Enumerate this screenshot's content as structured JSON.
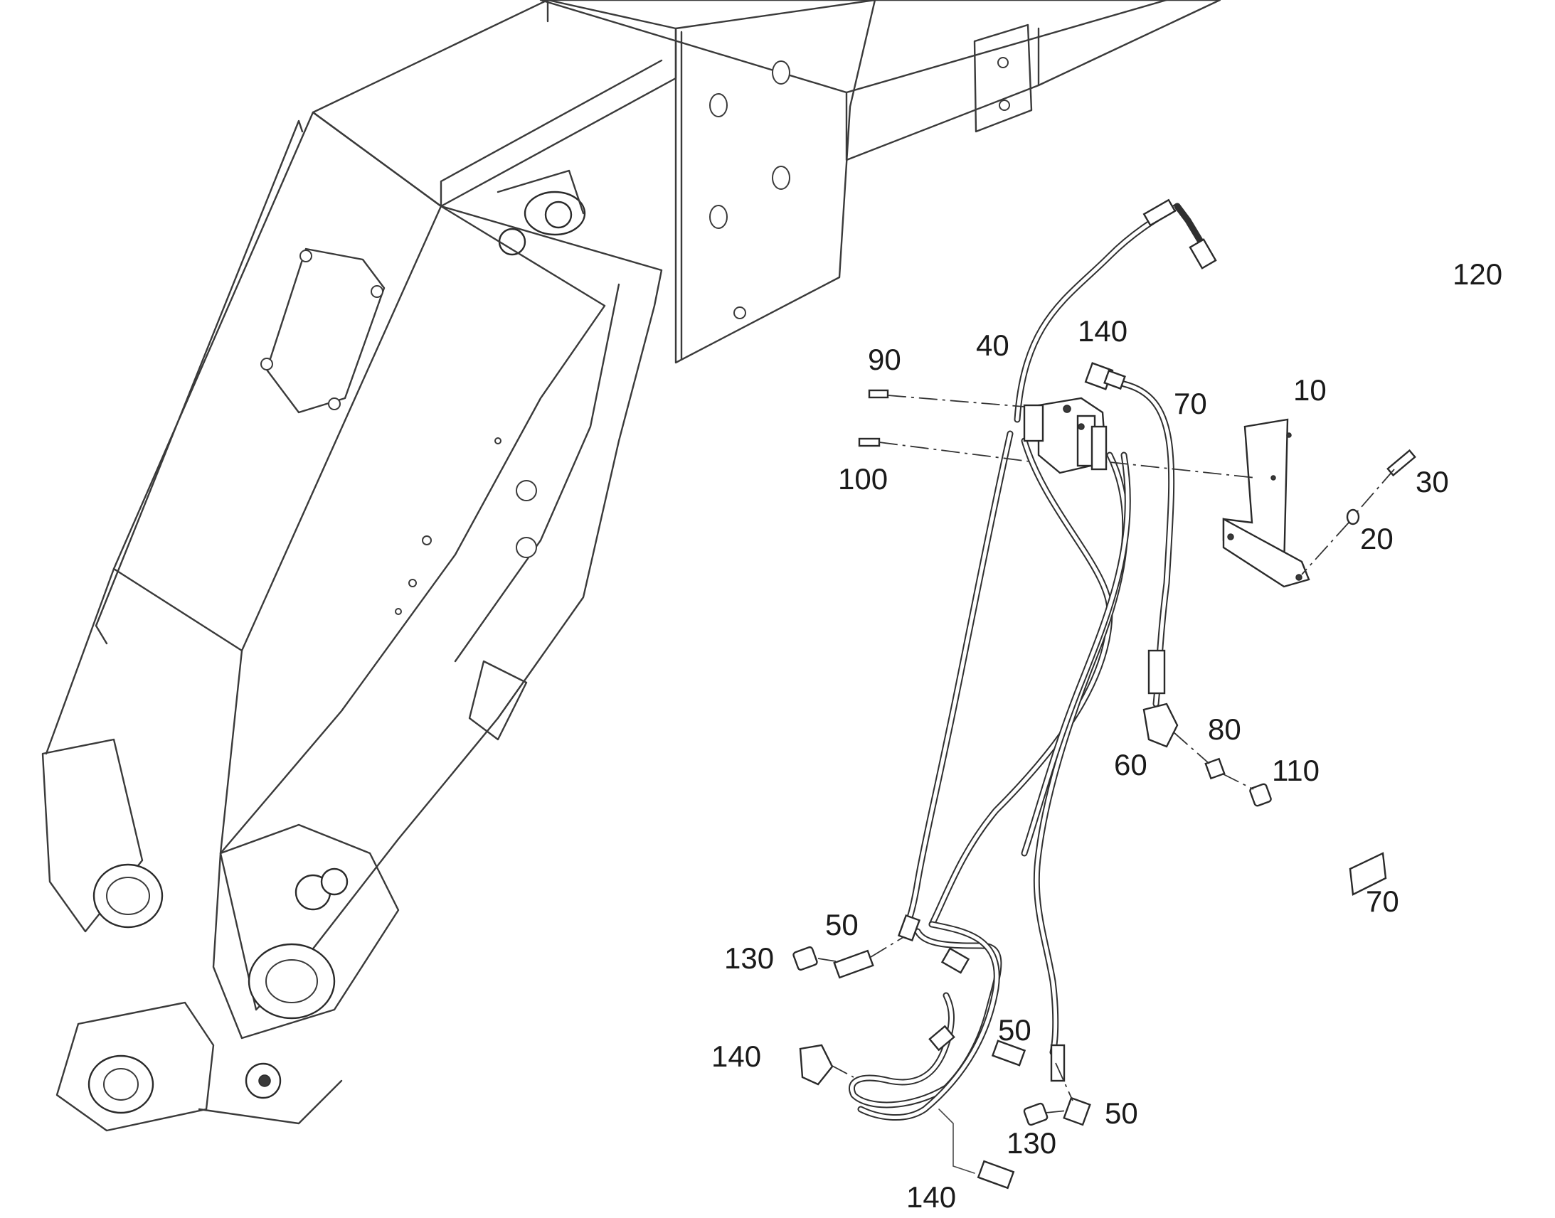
{
  "labels": {
    "l120": "120",
    "l140_top": "140",
    "l40": "40",
    "l90": "90",
    "l70_top": "70",
    "l10": "10",
    "l100": "100",
    "l30": "30",
    "l20": "20",
    "l80": "80",
    "l60": "60",
    "l110": "110",
    "l70_bottom": "70",
    "l50_left": "50",
    "l130_left": "130",
    "l50_mid": "50",
    "l140_left": "140",
    "l50_right": "50",
    "l130_bottom": "130",
    "l140_bottom": "140"
  }
}
